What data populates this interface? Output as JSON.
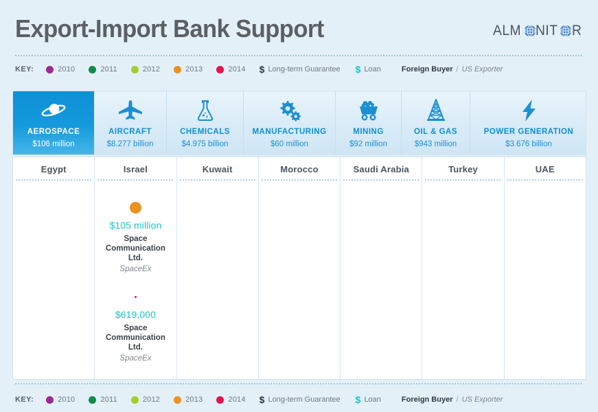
{
  "header": {
    "title": "Export-Import Bank Support",
    "logo_text_left": "ALM",
    "logo_text_mid": "NIT",
    "logo_text_right": "R",
    "logo_name": "AL-MONITOR"
  },
  "key": {
    "label": "KEY:",
    "years": [
      {
        "year": "2010",
        "color": "#9b2a8f"
      },
      {
        "year": "2011",
        "color": "#0f8a4a"
      },
      {
        "year": "2012",
        "color": "#a4ce2c"
      },
      {
        "year": "2013",
        "color": "#e8931f"
      },
      {
        "year": "2014",
        "color": "#e8134a"
      }
    ],
    "types": [
      {
        "symbol": "$",
        "label": "Long-term Guarantee",
        "color": "#2f3740"
      },
      {
        "symbol": "$",
        "label": "Loan",
        "color": "#17c2cf"
      }
    ],
    "buyer_label": "Foreign Buyer",
    "separator": "/",
    "exporter_label": "US Exporter"
  },
  "sectors": [
    {
      "icon": "saturn-planet-icon",
      "name": "AEROSPACE",
      "value": "$106 million",
      "active": true
    },
    {
      "icon": "airplane-icon",
      "name": "AIRCRAFT",
      "value": "$8.277 billion",
      "active": false
    },
    {
      "icon": "flask-icon",
      "name": "CHEMICALS",
      "value": "$4.975 billion",
      "active": false
    },
    {
      "icon": "gears-icon",
      "name": "MANUFACTURING",
      "value": "$60 million",
      "active": false
    },
    {
      "icon": "mine-cart-icon",
      "name": "MINING",
      "value": "$92 million",
      "active": false
    },
    {
      "icon": "oil-derrick-icon",
      "name": "OIL & GAS",
      "value": "$943 million",
      "active": false
    },
    {
      "icon": "lightning-bolt-icon",
      "name": "POWER GENERATION",
      "value": "$3.676 billion",
      "active": false
    }
  ],
  "countries": [
    {
      "name": "Egypt",
      "entries": []
    },
    {
      "name": "Israel",
      "entries": [
        {
          "amount": "$105 million",
          "buyer": "Space Communication Ltd.",
          "exporter": "SpaceEx",
          "year": "2013",
          "dot_color": "#e8931f",
          "dot_size": 17,
          "type": "Loan"
        },
        {
          "amount": "$619,000",
          "buyer": "Space Communication Ltd.",
          "exporter": "SpaceEx",
          "year": "2014",
          "dot_color": "#e8134a",
          "dot_size": 3,
          "type": "Loan"
        }
      ]
    },
    {
      "name": "Kuwait",
      "entries": []
    },
    {
      "name": "Morocco",
      "entries": []
    },
    {
      "name": "Saudi Arabia",
      "entries": []
    },
    {
      "name": "Turkey",
      "entries": []
    },
    {
      "name": "UAE",
      "entries": []
    }
  ]
}
